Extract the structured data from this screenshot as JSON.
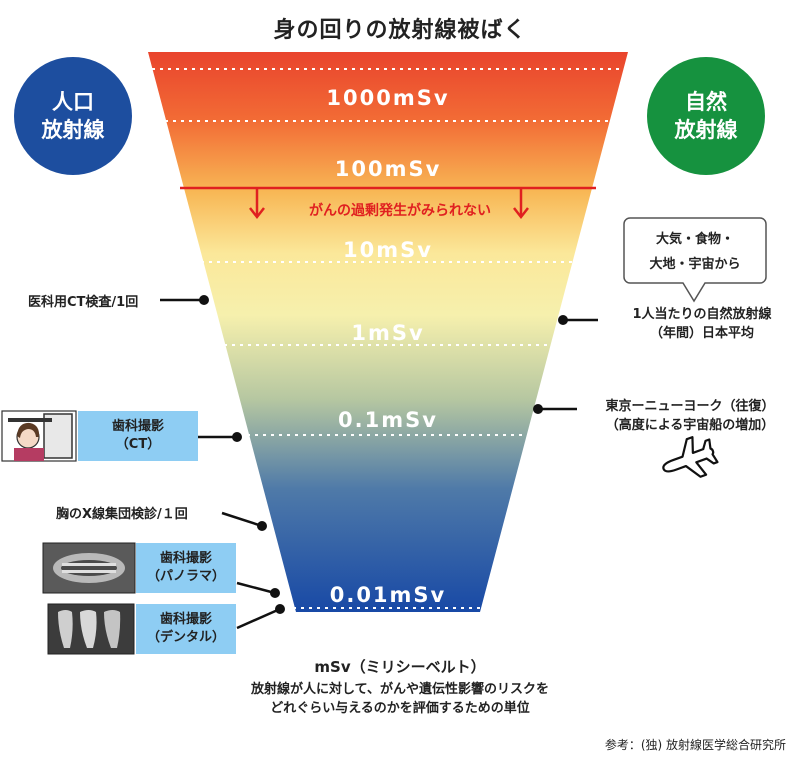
{
  "title": "身の回りの放射線被ばく",
  "left_circle": {
    "line1": "人口",
    "line2": "放射線"
  },
  "right_circle": {
    "line1": "自然",
    "line2": "放射線"
  },
  "scale_labels": [
    "1000mSv",
    "100mSv",
    "10mSv",
    "1mSv",
    "0.1mSv",
    "0.01mSv"
  ],
  "threshold_note": "がんの過剰発生がみられない",
  "bubble": {
    "line1": "大気・食物・",
    "line2": "大地・宇宙から"
  },
  "right_notes": {
    "natural_line1": "1人当たりの自然放射線",
    "natural_line2": "（年間）日本平均",
    "flight_line1": "東京ーニューヨーク（往復）",
    "flight_line2": "（高度による宇宙船の増加）"
  },
  "left_notes": {
    "ct_exam": "医科用CT検査/1回",
    "chest_xray": "胸のX線集団検診/１回"
  },
  "boxes": {
    "dental_ct": {
      "line1": "歯科撮影",
      "line2": "（CT）"
    },
    "dental_pano": {
      "line1": "歯科撮影",
      "line2": "（パノラマ）"
    },
    "dental_dental": {
      "line1": "歯科撮影",
      "line2": "（デンタル）"
    }
  },
  "unit_title": "mSv（ミリシーベルト）",
  "unit_desc_line1": "放射線が人に対して、がんや遺伝性影響のリスクを",
  "unit_desc_line2": "どれぐらい与えるのかを評価するための単位",
  "reference": "参考：(独) 放射線医学総合研究所",
  "colors": {
    "left_circle": "#1d4e9f",
    "right_circle": "#16923f",
    "threshold": "#e02020",
    "box": "#8ecdf3"
  }
}
